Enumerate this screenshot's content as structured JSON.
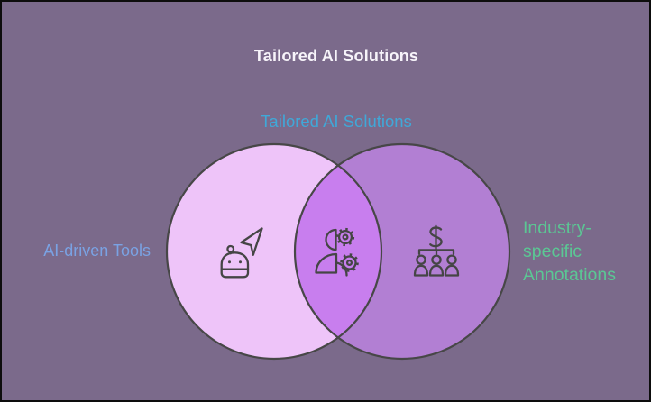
{
  "canvas": {
    "background": "#7B6A8B",
    "border_color": "#0D0D0D"
  },
  "header": {
    "title": "Tailored AI Solutions",
    "title_color": "#F7F4FA"
  },
  "venn": {
    "circle_stroke_color": "#474747",
    "icon_stroke_color": "#454545",
    "overlap_label": {
      "text": "Tailored AI Solutions",
      "color": "#40A8D8"
    },
    "left_circle": {
      "label": "AI-driven Tools",
      "label_color": "#7AA2E3",
      "fill": "#EEC4F9",
      "icon": "robot-cursor-icon"
    },
    "right_circle": {
      "label": "Industry-\nspecific\nAnnotations",
      "label_color": "#5BC794",
      "fill": "#B27FD3",
      "icon": "people-dollar-icon"
    },
    "intersection": {
      "fill": "#C87EEE",
      "icon": "person-gears-icon"
    }
  }
}
